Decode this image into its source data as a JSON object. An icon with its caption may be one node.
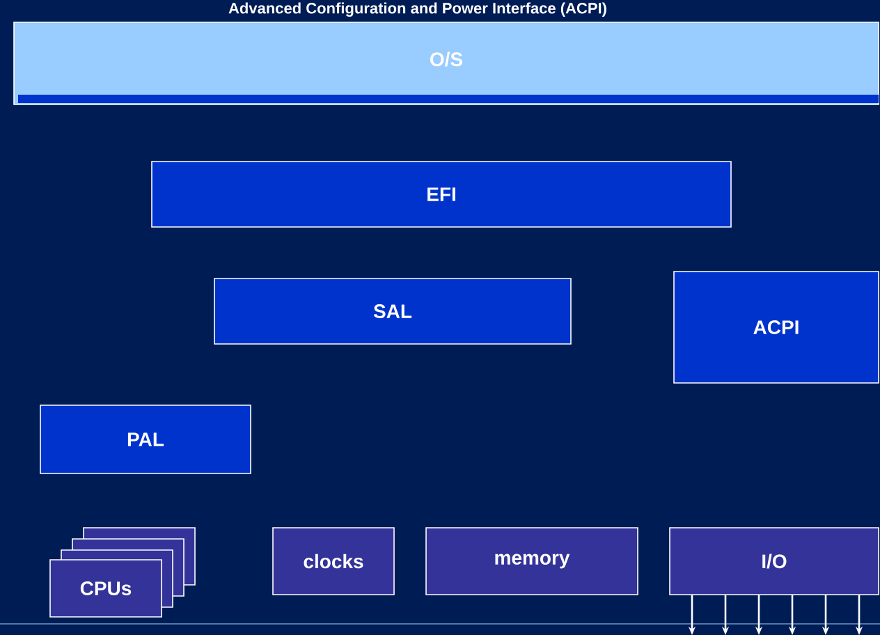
{
  "diagram": {
    "title": "Advanced Configuration and Power Interface (ACPI)",
    "nodes": [
      {
        "text": [
          "O/S"
        ]
      },
      {
        "text": [
          "EFI"
        ]
      },
      {
        "text": [
          "SAL"
        ]
      },
      {
        "text": [
          "ACPI"
        ]
      },
      {
        "text": [
          "PAL"
        ]
      },
      {
        "text": [
          "CPUs"
        ]
      },
      {
        "text": [
          "clocks"
        ]
      },
      {
        "text": [
          "memory"
        ]
      },
      {
        "text": [
          "I/O"
        ]
      }
    ],
    "edges": [
      {
        "from": 8,
        "to": null,
        "arrow": "to"
      },
      {
        "from": 8,
        "to": null,
        "arrow": "to"
      },
      {
        "from": 8,
        "to": null,
        "arrow": "to"
      },
      {
        "from": 8,
        "to": null,
        "arrow": "to"
      },
      {
        "from": 8,
        "to": null,
        "arrow": "to"
      },
      {
        "from": 8,
        "to": null,
        "arrow": "to"
      }
    ]
  }
}
